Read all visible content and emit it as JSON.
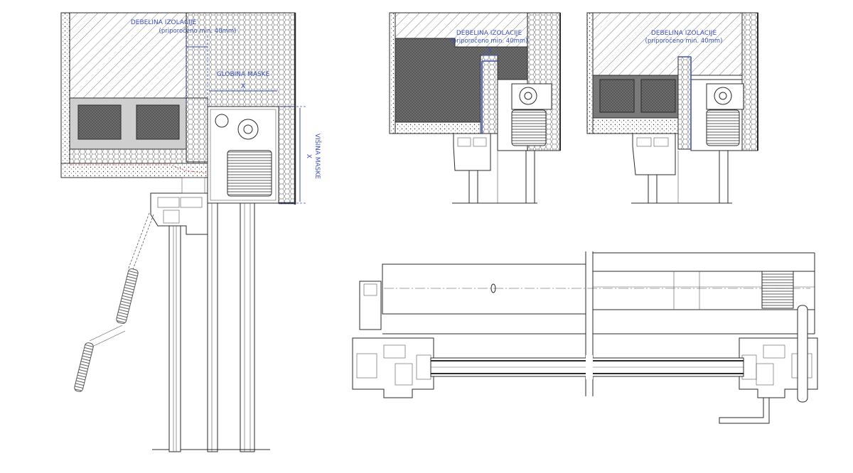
{
  "labels": {
    "insulation_title": "DEBELINA IZOLACIJE",
    "insulation_note": "(priporočeno min. 40mm)",
    "mask_depth": "GLOBINA MASKE",
    "mask_height": "VIŠINA MASKE",
    "dim_x": "X"
  },
  "colors": {
    "annotation": "#3b4fc4",
    "line": "#2a2a2a",
    "insulation_fill": "#e4e4e4",
    "masonry_fill": "#7a7a7a"
  }
}
